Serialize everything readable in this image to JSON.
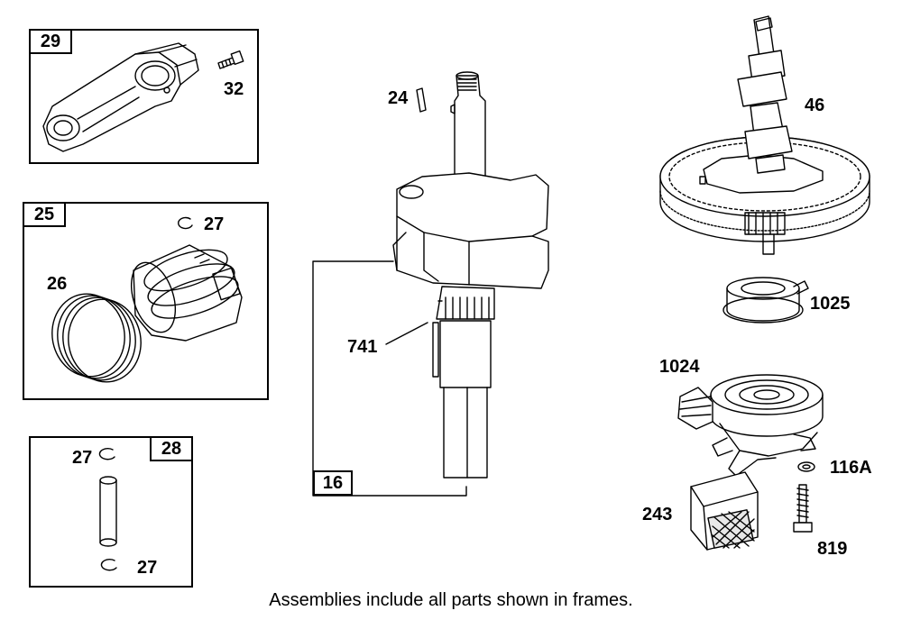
{
  "frames": [
    {
      "id": "29",
      "label": "29"
    },
    {
      "id": "25",
      "label": "25"
    },
    {
      "id": "28",
      "label": "28"
    },
    {
      "id": "16",
      "label": "16"
    }
  ],
  "callouts": {
    "p32": "32",
    "p27a": "27",
    "p26": "26",
    "p27b": "27",
    "p27c": "27",
    "p24": "24",
    "p741": "741",
    "p46": "46",
    "p1025": "1025",
    "p1024": "1024",
    "p116a": "116A",
    "p243": "243",
    "p819": "819"
  },
  "caption": "Assemblies include all parts shown in frames.",
  "colors": {
    "line": "#000000",
    "background": "#ffffff",
    "shade": "#e8e8e8"
  }
}
